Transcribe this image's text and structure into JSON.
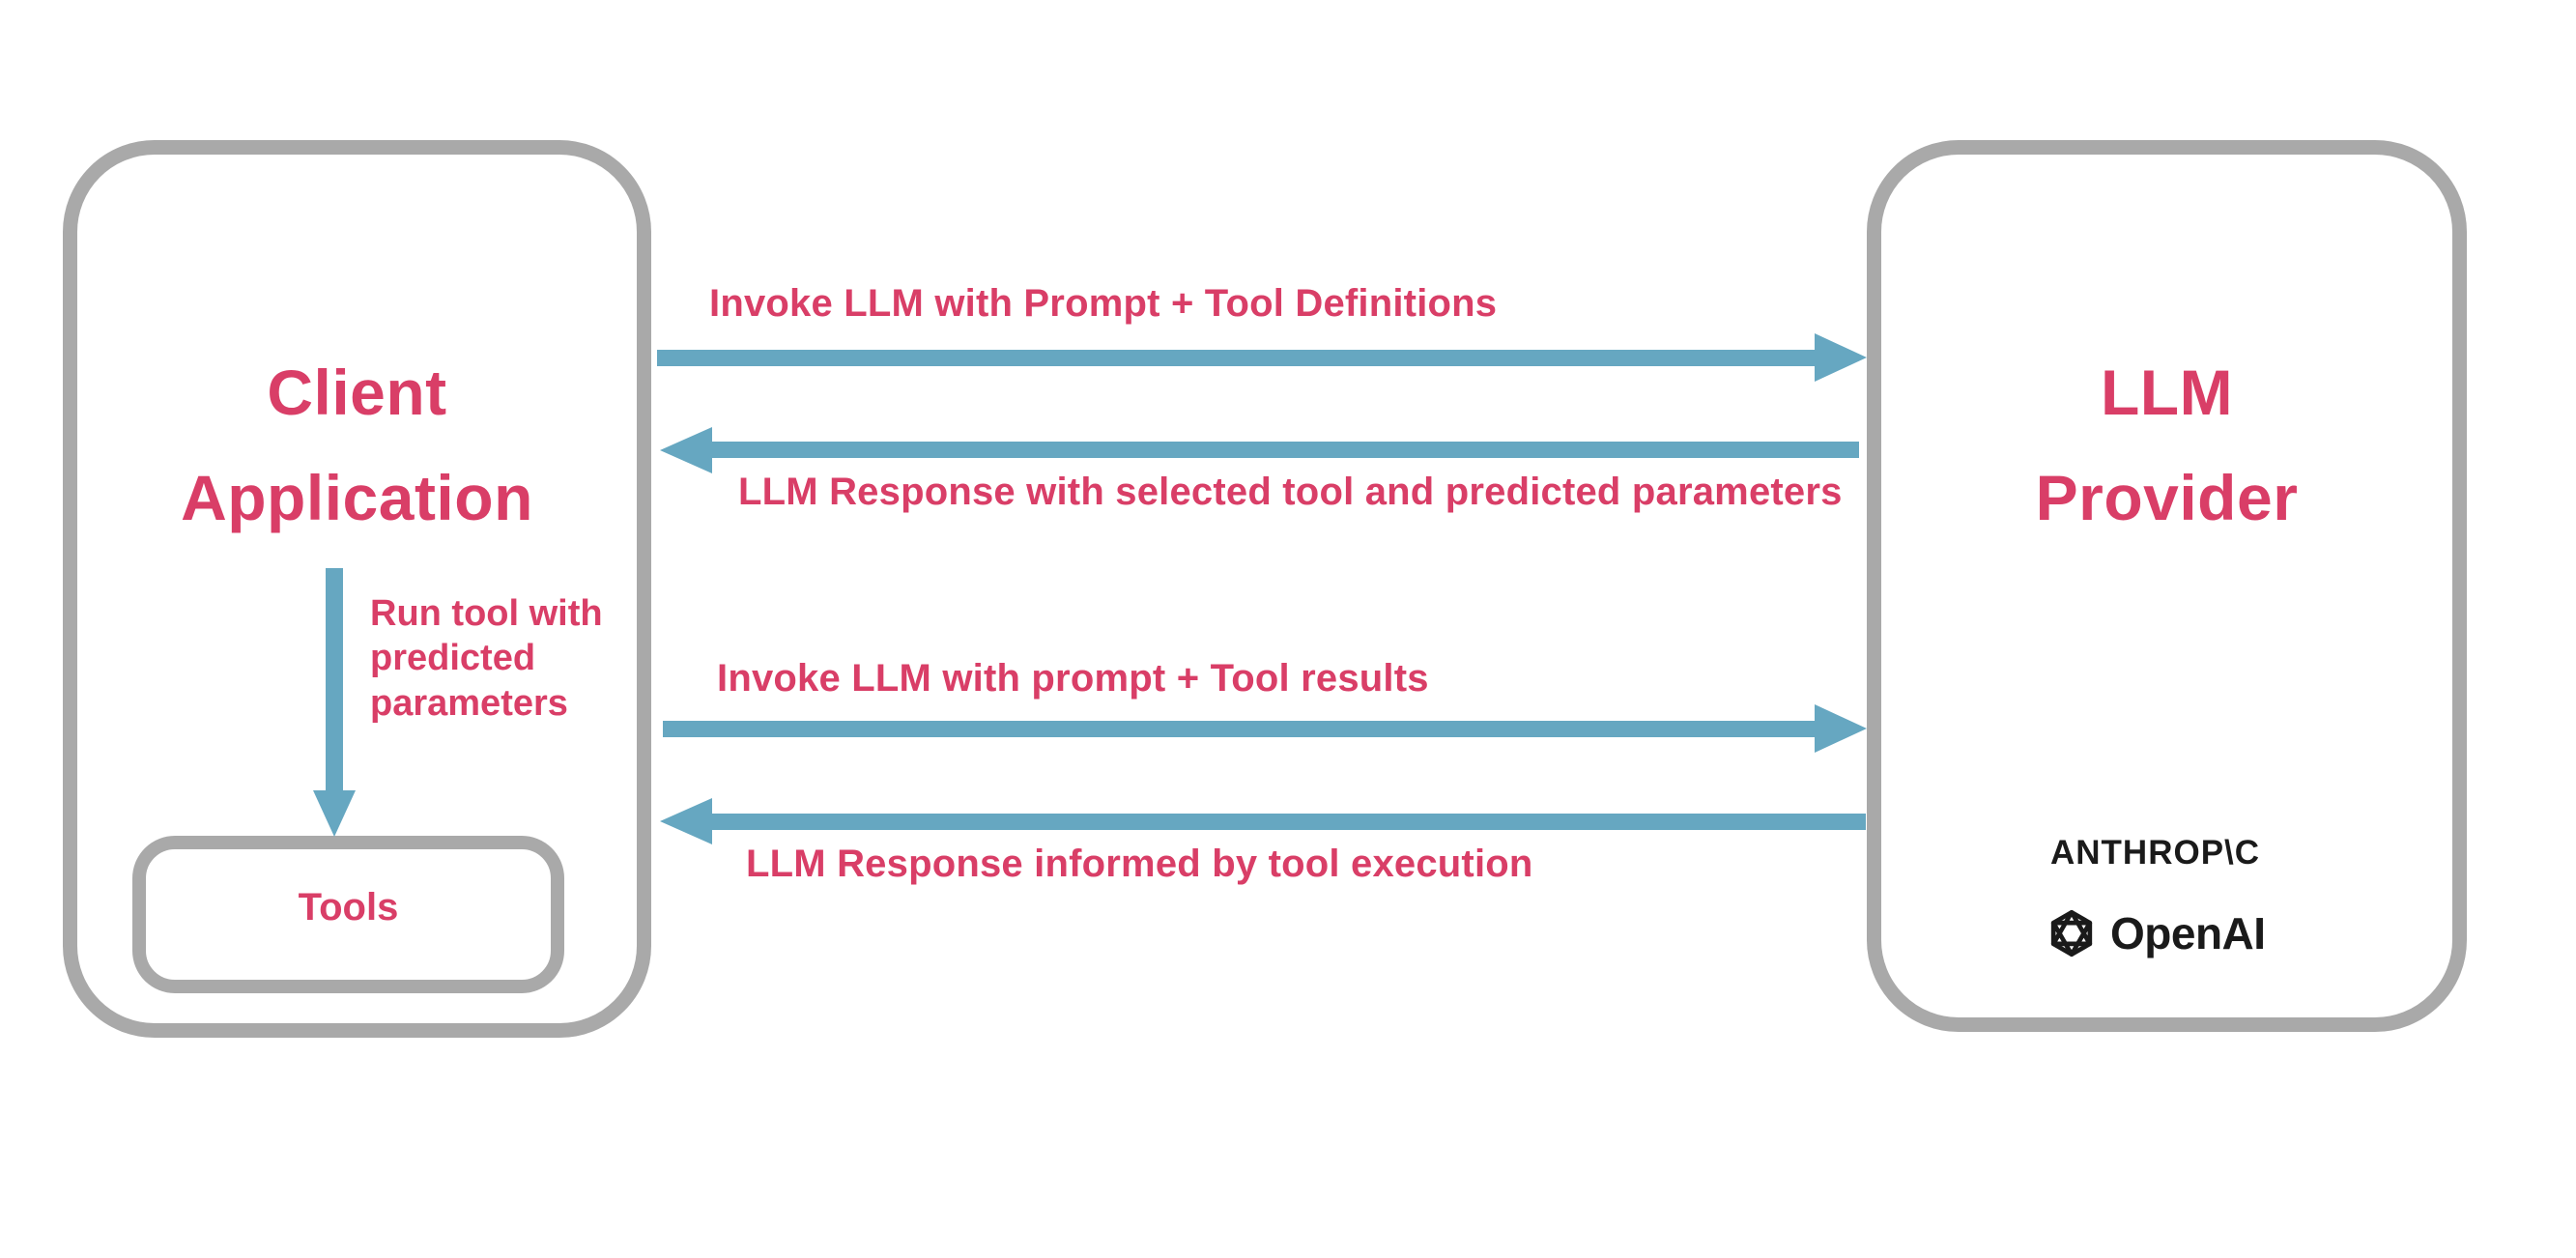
{
  "colors": {
    "pink": "#D93E67",
    "teal": "#66A7C1",
    "gray": "#A9A9A9",
    "ink": "#1A1A1A",
    "bg": "#FFFFFF"
  },
  "client": {
    "title": "Client\nApplication",
    "run_tool_note": "Run tool with\npredicted\nparameters",
    "tools_label": "Tools"
  },
  "provider": {
    "title": "LLM\nProvider",
    "logos": {
      "anthropic": "ANTHROP\\C",
      "openai": "OpenAI"
    }
  },
  "flows": [
    {
      "label": "Invoke LLM with Prompt + Tool Definitions",
      "direction": "right"
    },
    {
      "label": "LLM Response with selected tool and predicted parameters",
      "direction": "left"
    },
    {
      "label": "Invoke LLM with prompt + Tool results",
      "direction": "right"
    },
    {
      "label": "LLM Response informed by tool execution",
      "direction": "left"
    }
  ]
}
